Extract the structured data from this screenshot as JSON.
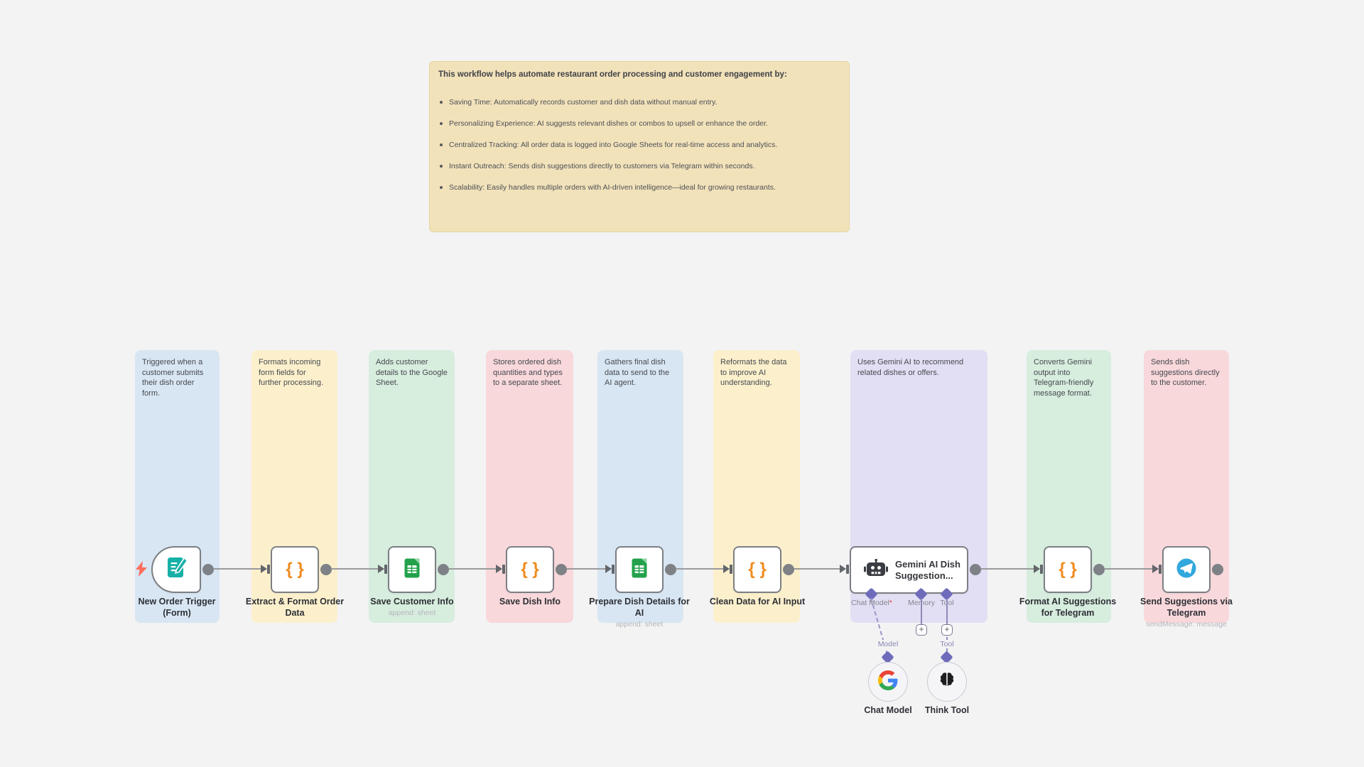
{
  "sticky_note": {
    "title": "This workflow helps automate restaurant order processing and customer engagement by:",
    "bullets": [
      "Saving Time: Automatically records customer and dish data without manual entry.",
      "Personalizing Experience: AI suggests relevant dishes or combos to upsell or enhance the order.",
      "Centralized Tracking: All order data is logged into Google Sheets for real-time access and analytics.",
      "Instant Outreach: Sends dish suggestions directly to customers via Telegram within seconds.",
      "Scalability: Easily handles multiple orders with AI-driven intelligence—ideal for growing restaurants."
    ]
  },
  "steps": [
    {
      "name": "New Order Trigger (Form)",
      "icon": "form-trigger-icon",
      "note": "Triggered when a customer submits their dish order form.",
      "label_lines": [
        "New Order Trigger",
        "(Form)"
      ]
    },
    {
      "name": "Extract & Format Order Data",
      "icon": "code-icon",
      "note": "Formats incoming form fields for further processing.",
      "label_lines": [
        "Extract & Format Order",
        "Data"
      ]
    },
    {
      "name": "Save Customer Info",
      "icon": "google-sheets-icon",
      "note": "Adds customer details to the Google Sheet.",
      "label_lines": [
        "Save Customer Info"
      ],
      "subtitle": "append: sheet"
    },
    {
      "name": "Save Dish Info",
      "icon": "code-icon",
      "note": "Stores ordered dish quantities and types to a separate sheet.",
      "label_lines": [
        "Save Dish Info"
      ]
    },
    {
      "name": "Prepare Dish Details for AI",
      "icon": "google-sheets-icon",
      "note": "Gathers final dish data to send to the AI agent.",
      "label_lines": [
        "Prepare Dish Details for",
        "AI"
      ],
      "subtitle": "append: sheet"
    },
    {
      "name": "Clean Data for AI Input",
      "icon": "code-icon",
      "note": "Reformats the data to improve AI understanding.",
      "label_lines": [
        "Clean Data for AI Input"
      ]
    },
    {
      "name": "Gemini AI Dish Suggestion...",
      "icon": "robot-icon",
      "note": "Uses Gemini AI to recommend related dishes or offers.",
      "label_lines": []
    },
    {
      "name": "Format AI Suggestions for Telegram",
      "icon": "code-icon",
      "note": "Converts Gemini output into Telegram-friendly message format.",
      "label_lines": [
        "Format AI Suggestions",
        "for Telegram"
      ]
    },
    {
      "name": "Send Suggestions via Telegram",
      "icon": "telegram-icon",
      "note": "Sends dish suggestions directly to the customer.",
      "label_lines": [
        "Send Suggestions via",
        "Telegram"
      ],
      "subtitle": "sendMessage: message"
    }
  ],
  "agent": {
    "title_lines": [
      "Gemini AI Dish",
      "Suggestion..."
    ],
    "ports": [
      "Chat Model",
      "Memory",
      "Tool"
    ],
    "required_marker": "*",
    "add_button": "+"
  },
  "subnodes": [
    {
      "label": "Chat Model",
      "port_label": "Model",
      "icon": "google-icon"
    },
    {
      "label": "Think Tool",
      "port_label": "Tool",
      "icon": "brain-icon"
    }
  ],
  "icons": {
    "code_glyph": "{ }"
  },
  "colors": {
    "canvas_bg": "#f3f3f4",
    "sticky_bg": "#f2e2ba",
    "note_blue": "#d8e6f3",
    "note_yellow": "#fcf0cc",
    "note_green": "#d7edde",
    "note_pink": "#f8d8db",
    "note_purple": "#e2dff4",
    "node_border": "#7c7f85",
    "connection": "#9a9a9c",
    "code_orange": "#ef8c1f",
    "sheets_green": "#23a24b",
    "form_teal": "#17b0a7",
    "telegram_blue": "#31a8dd",
    "trigger_bolt": "#ff6d5a",
    "port_purple": "#6f6bbb"
  }
}
